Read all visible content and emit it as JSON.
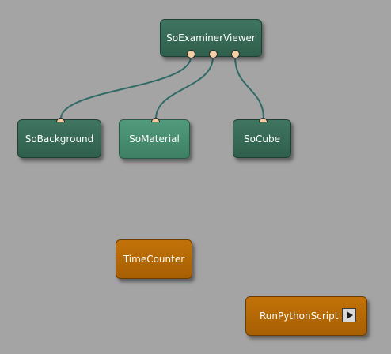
{
  "nodes": {
    "examiner_viewer": "SoExaminerViewer",
    "background": "SoBackground",
    "material": "SoMaterial",
    "cube": "SoCube",
    "time_counter": "TimeCounter",
    "run_python_script": "RunPythonScript"
  },
  "icons": {
    "play": "play-icon"
  },
  "colors": {
    "canvas": "#a4a4a4",
    "inventor_module": "#3a6b58",
    "inventor_module_selected": "#4a8c71",
    "macro_module": "#b56a06",
    "port": "#f4cfa6",
    "connection": "#2f6a66"
  }
}
